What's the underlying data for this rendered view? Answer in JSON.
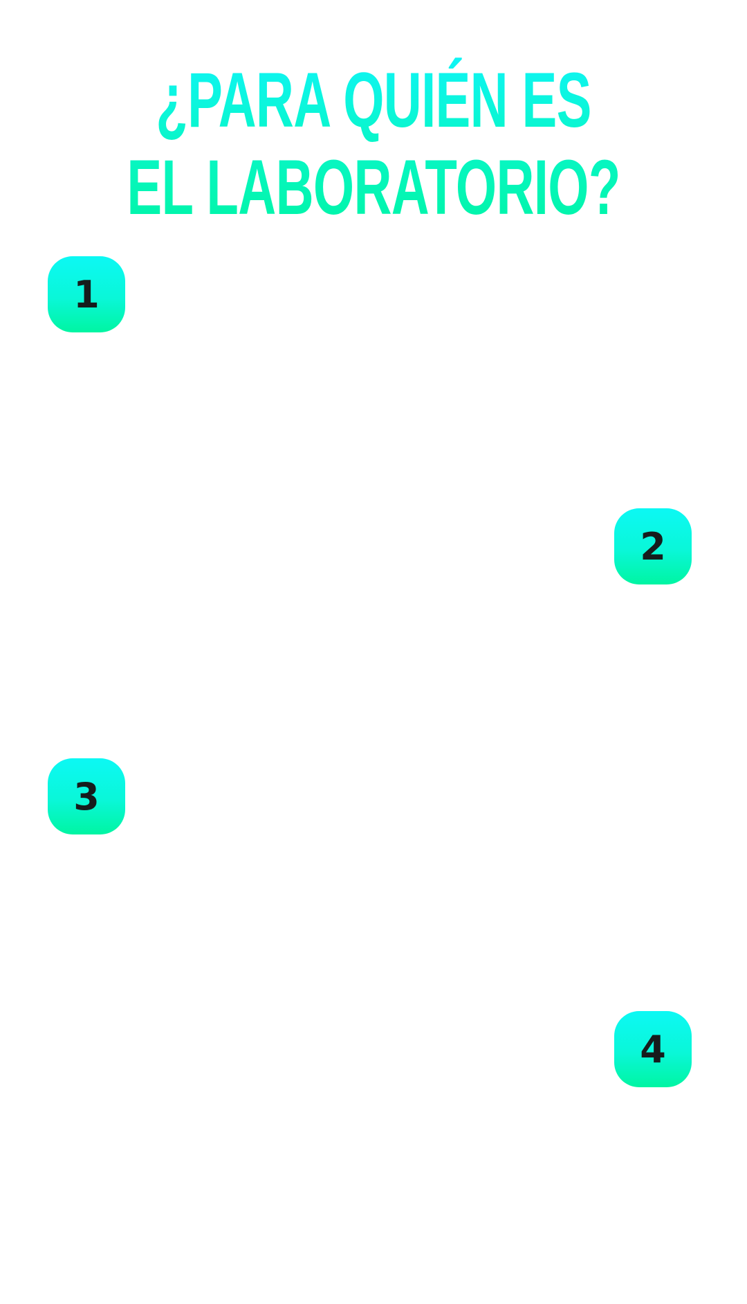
{
  "heading": {
    "line1": "¿PARA QUIÉN ES",
    "line2": "EL LABORATORIO?"
  },
  "badges": [
    "1",
    "2",
    "3",
    "4"
  ],
  "colors": {
    "accent_top": "#0ff5f5",
    "accent_bottom": "#00f5a6",
    "badge_text": "#161c1c",
    "background": "#ffffff"
  }
}
